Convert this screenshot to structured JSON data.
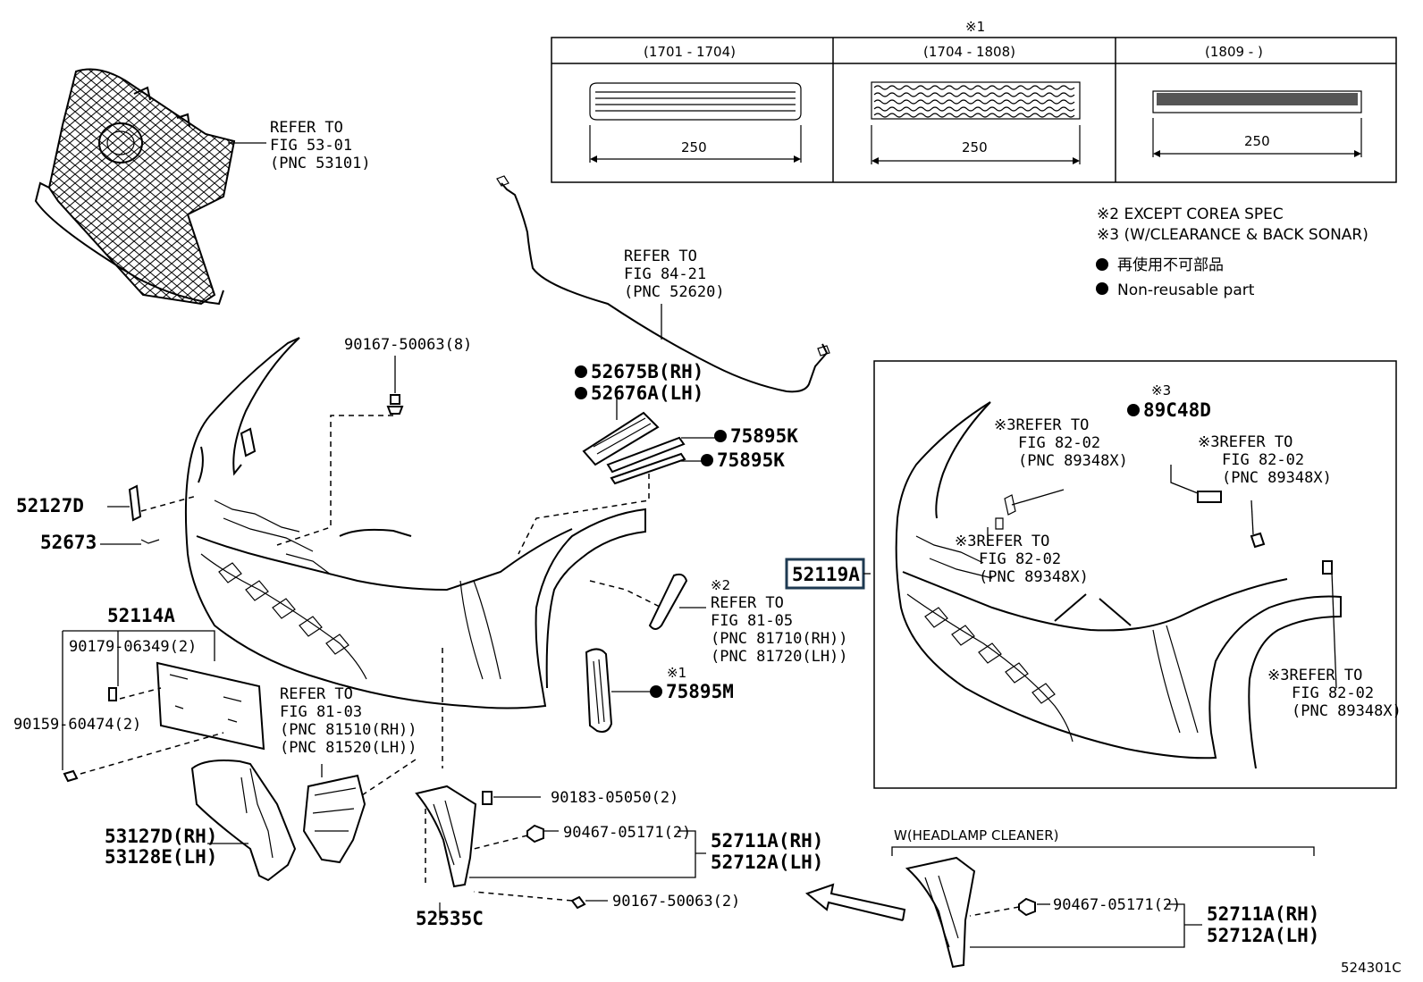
{
  "diagram_id": "524301C",
  "table": {
    "header_mark": "※1",
    "columns": [
      {
        "range": "(1701 - 1704)",
        "dimension": "250"
      },
      {
        "range": "(1704 - 1808)",
        "dimension": "250"
      },
      {
        "range": "(1809 -      )",
        "dimension": "250"
      }
    ]
  },
  "notes": {
    "note2": "※2 EXCEPT COREA SPEC",
    "note3": "※3 (W/CLEARANCE & BACK SONAR)",
    "legend_jp": "再使用不可部品",
    "legend_en": "Non-reusable part"
  },
  "refs": {
    "grille": [
      "REFER TO",
      "FIG 53-01",
      "(PNC 53101)"
    ],
    "harness": [
      "REFER TO",
      "FIG 84-21",
      "(PNC 52620)"
    ],
    "fog": [
      "REFER TO",
      "FIG 81-03",
      "(PNC 81510(RH))",
      "(PNC 81520(LH))"
    ],
    "reflector_mark": "※2",
    "reflector": [
      "REFER TO",
      "FIG 81-05",
      "(PNC 81710(RH))",
      "(PNC 81720(LH))"
    ],
    "sonar_a": [
      "※3REFER TO",
      "FIG 82-02",
      "(PNC 89348X)"
    ],
    "sonar_b": [
      "※3REFER TO",
      "FIG 82-02",
      "(PNC 89348X)"
    ],
    "sonar_c": [
      "※3REFER TO",
      "FIG 82-02",
      "(PNC 89348X)"
    ],
    "sonar_d": [
      "※3REFER TO",
      "FIG 82-02",
      "(PNC 89348X)"
    ]
  },
  "parts": {
    "p90167_8": "90167-50063(8)",
    "p52675B": "52675B(RH)",
    "p52676A": "52676A(LH)",
    "p75895K_1": "75895K",
    "p75895K_2": "75895K",
    "p52127D": "52127D",
    "p52673": "52673",
    "p52114A": "52114A",
    "p90179": "90179-06349(2)",
    "p90159": "90159-60474(2)",
    "p52119A": "52119A",
    "p75895M_mark": "※1",
    "p75895M": "75895M",
    "p89C48D_mark": "※3",
    "p89C48D": "89C48D",
    "p53127D": "53127D(RH)",
    "p53128E": "53128E(LH)",
    "p90183": "90183-05050(2)",
    "p90467_a": "90467-05171(2)",
    "p52711A_a": "52711A(RH)",
    "p52712A_a": "52712A(LH)",
    "p90167_2": "90167-50063(2)",
    "p52535C": "52535C",
    "headlamp_cleaner": "W(HEADLAMP CLEANER)",
    "p90467_b": "90467-05171(2)",
    "p52711A_b": "52711A(RH)",
    "p52712A_b": "52712A(LH)"
  }
}
